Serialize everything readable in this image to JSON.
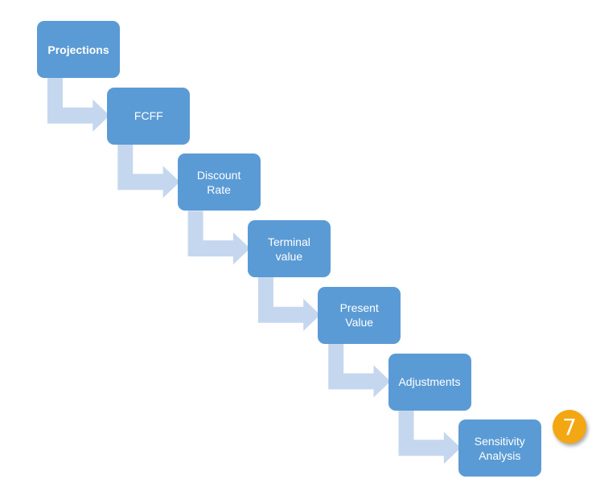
{
  "steps": [
    {
      "label": "Projections",
      "bold": true
    },
    {
      "label": "FCFF",
      "bold": false
    },
    {
      "label": "Discount\nRate",
      "bold": false
    },
    {
      "label": "Terminal\nvalue",
      "bold": false
    },
    {
      "label": "Present\nValue",
      "bold": false
    },
    {
      "label": "Adjustments",
      "bold": false
    },
    {
      "label": "Sensitivity\nAnalysis",
      "bold": false
    }
  ],
  "badge": {
    "value": "7"
  },
  "colors": {
    "box": "#5b9bd5",
    "arrow": "#c5d7ee",
    "badge": "#f3a712",
    "text": "#ffffff"
  }
}
